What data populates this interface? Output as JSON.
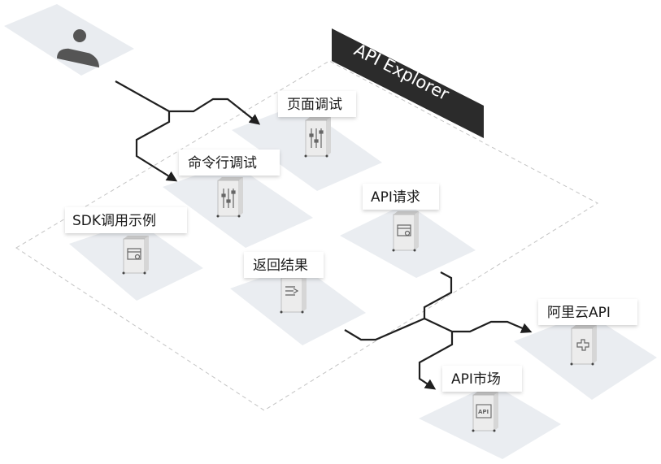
{
  "banner": {
    "label": "API Explorer"
  },
  "user": {
    "label": "用户"
  },
  "nodes": {
    "page_debug": {
      "label": "页面调试"
    },
    "cli_debug": {
      "label": "命令行调试"
    },
    "sdk_example": {
      "label": "SDK调用示例"
    },
    "api_request": {
      "label": "API请求"
    },
    "return_result": {
      "label": "返回结果"
    },
    "aliyun_api": {
      "label": "阿里云API"
    },
    "api_market": {
      "label": "API市场",
      "icon_text": "API"
    }
  },
  "colors": {
    "tile": "#eaedf1",
    "banner": "#2b2b2b",
    "line": "#1f1f1f",
    "server_body": "#ececec",
    "server_top": "#c9c9c9",
    "user_icon": "#555555"
  }
}
